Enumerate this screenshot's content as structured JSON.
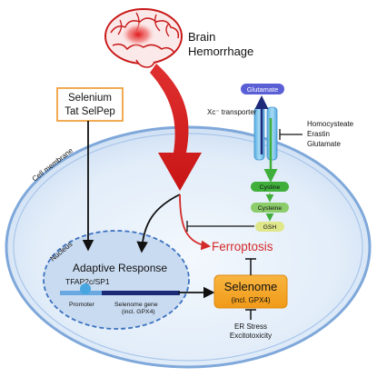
{
  "brain": {
    "line1": "Brain",
    "line2": "Hemorrhage"
  },
  "selenium_box": {
    "line1": "Selenium",
    "line2": "Tat SelPep"
  },
  "cell_membrane": "Cell membrane",
  "nucleus": "Nucleus",
  "transporter": {
    "label": "Xc⁻ transporter",
    "glutamate": "Glutamate",
    "cystine": "Cystine",
    "cysteine": "Cysteine",
    "gsh": "GSH"
  },
  "inhibitors": [
    "Homocysteate",
    "Erastin",
    "Glutamate"
  ],
  "ferroptosis": "Ferroptosis",
  "adaptive_response": "Adaptive Response",
  "tfap": "TFAP2c/SP1",
  "promoter": "Promoter",
  "selenome_gene": {
    "line1": "Selenome gene",
    "line2": "(incl. GPX4)"
  },
  "selenome": {
    "line1": "Selenome",
    "line2": "(incl. GPX4)"
  },
  "stress": {
    "line1": "ER Stress",
    "line2": "Excitotoxicity"
  },
  "colors": {
    "arrow_red": "#d92020",
    "selenome_orange": "#f5a623",
    "cell_fill": "#dce9f7",
    "nucleus_fill": "#c4d8f0",
    "membrane_blue": "#6f9ed6",
    "transporter_blue": "#7cc4ec",
    "glutamate_purple": "#5a5fd6",
    "cystine_green": "#3fae3a",
    "box_border_orange": "#f0a040"
  }
}
